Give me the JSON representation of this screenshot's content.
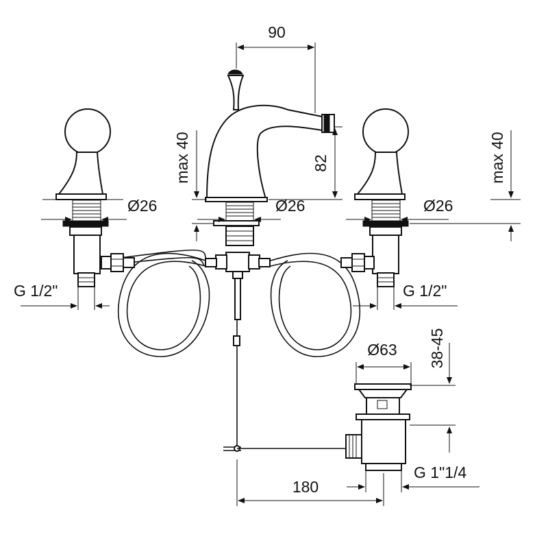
{
  "dimensions": {
    "spout_reach": "90",
    "spout_height": "82",
    "left_max_height": "max 40",
    "right_max_height": "max 40",
    "left_diameter": "Ø26",
    "center_diameter": "Ø26",
    "right_diameter": "Ø26",
    "left_thread": "G 1/2\"",
    "right_thread": "G 1/2\"",
    "waste_diameter": "Ø63",
    "waste_range": "38-45",
    "center_distance": "180",
    "waste_thread": "G 1\"1/4"
  },
  "colors": {
    "line": "#111111",
    "background": "#ffffff"
  }
}
